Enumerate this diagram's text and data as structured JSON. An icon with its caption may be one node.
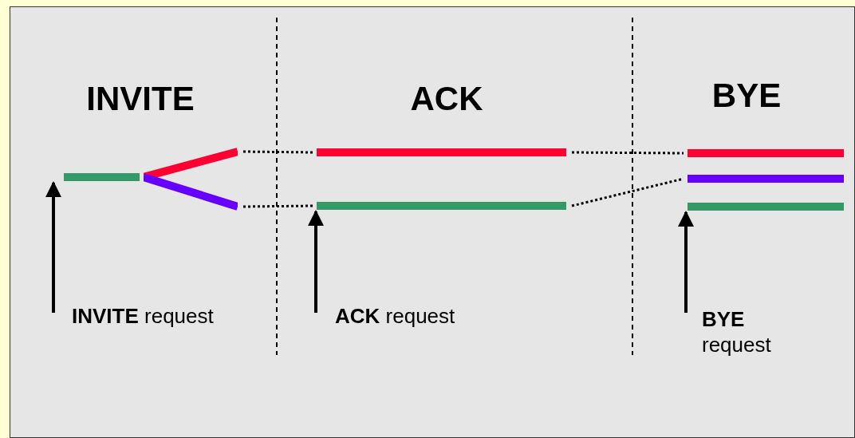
{
  "diagram": {
    "nodes": [
      {
        "text": [
          "**INVITE** request"
        ]
      },
      {
        "text": [
          "**ACK** request"
        ]
      },
      {
        "text": [
          "**BYE** request"
        ]
      },
      {
        "text": [],
        "shape": "bar"
      },
      {
        "text": [],
        "shape": "bar"
      },
      {
        "text": [],
        "shape": "bar"
      },
      {
        "text": [],
        "shape": "bar"
      },
      {
        "text": [],
        "shape": "bar"
      },
      {
        "text": [],
        "shape": "bar"
      },
      {
        "text": [],
        "shape": "bar"
      },
      {
        "text": [],
        "shape": "bar"
      }
    ],
    "edges": [
      {
        "from": 0,
        "to": 3,
        "arrow": "to"
      },
      {
        "from": 1,
        "to": 7,
        "arrow": "to"
      },
      {
        "from": 2,
        "to": 10,
        "arrow": "to"
      },
      {
        "from": 4,
        "to": 6,
        "arrow": "none",
        "style": "dashed"
      },
      {
        "from": 5,
        "to": 7,
        "arrow": "none",
        "style": "dashed"
      },
      {
        "from": 6,
        "to": 8,
        "arrow": "none",
        "style": "dashed"
      },
      {
        "from": 7,
        "to": 9,
        "arrow": "none",
        "style": "dashed"
      }
    ],
    "labels": [
      "INVITE",
      "ACK",
      "BYE"
    ]
  }
}
